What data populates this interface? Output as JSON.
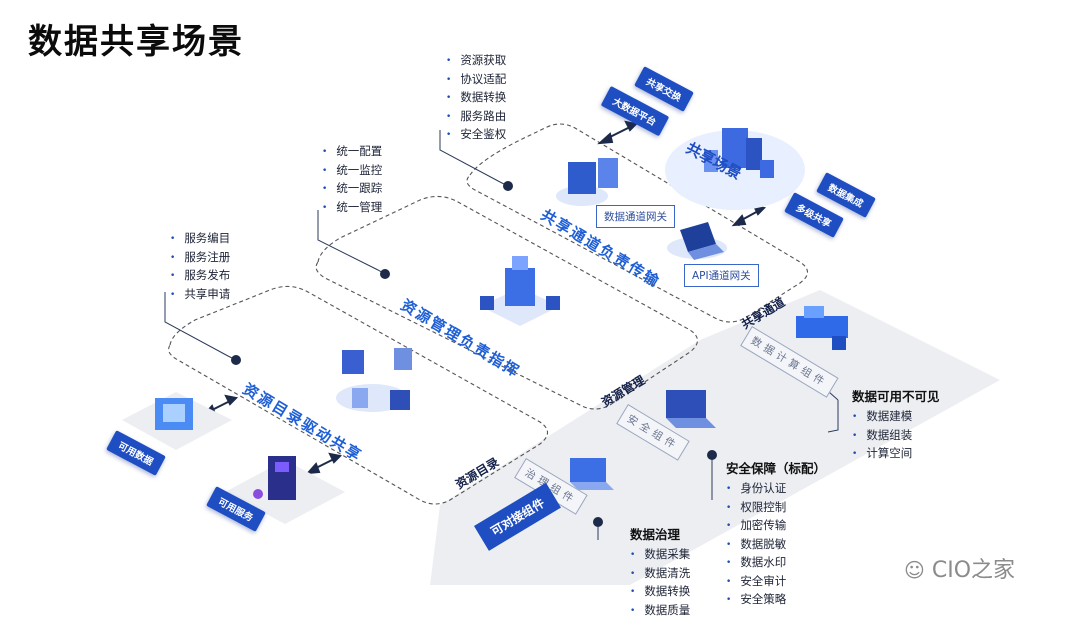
{
  "title": "数据共享场景",
  "lists": {
    "channel_features": [
      "资源获取",
      "协议适配",
      "数据转换",
      "服务路由",
      "安全鉴权"
    ],
    "management_features": [
      "统一配置",
      "统一监控",
      "统一跟踪",
      "统一管理"
    ],
    "catalog_features": [
      "服务编目",
      "服务注册",
      "服务发布",
      "共享申请"
    ]
  },
  "planes": {
    "channel_desc": "共享通道负责传输",
    "management_desc": "资源管理负责指挥",
    "catalog_desc": "资源目录驱动共享",
    "channel_corner": "共享通道",
    "management_corner": "资源管理",
    "catalog_corner": "资源目录"
  },
  "gateways": {
    "data": "数据通道网关",
    "api": "API通道网关"
  },
  "scenario": {
    "center": "共享场景",
    "tags": [
      "共享交换",
      "大数据平台",
      "数据集成",
      "多级共享"
    ]
  },
  "left_tags": {
    "data": "可用数据",
    "service": "可用服务"
  },
  "components": {
    "compute": "数据计算组件",
    "security": "安全组件",
    "governance": "治理组件",
    "dockable": "可对接组件"
  },
  "groups": {
    "invisible": {
      "title": "数据可用不可见",
      "items": [
        "数据建模",
        "数据组装",
        "计算空间"
      ]
    },
    "security": {
      "title": "安全保障（标配）",
      "items": [
        "身份认证",
        "权限控制",
        "加密传输",
        "数据脱敏",
        "数据水印",
        "安全审计",
        "安全策略"
      ]
    },
    "governance": {
      "title": "数据治理",
      "items": [
        "数据采集",
        "数据清洗",
        "数据转换",
        "数据质量"
      ]
    }
  },
  "watermark": "CIO之家",
  "colors": {
    "accent": "#1f4ec2",
    "plane_text": "#1f5fd6",
    "tag_bg": "#1f4ec2",
    "gray_band": "#eceef2"
  },
  "icons": [
    "wechat-icon",
    "double-arrow-icon",
    "server-icon",
    "laptop-icon",
    "cloud-icon",
    "cube-icon"
  ]
}
